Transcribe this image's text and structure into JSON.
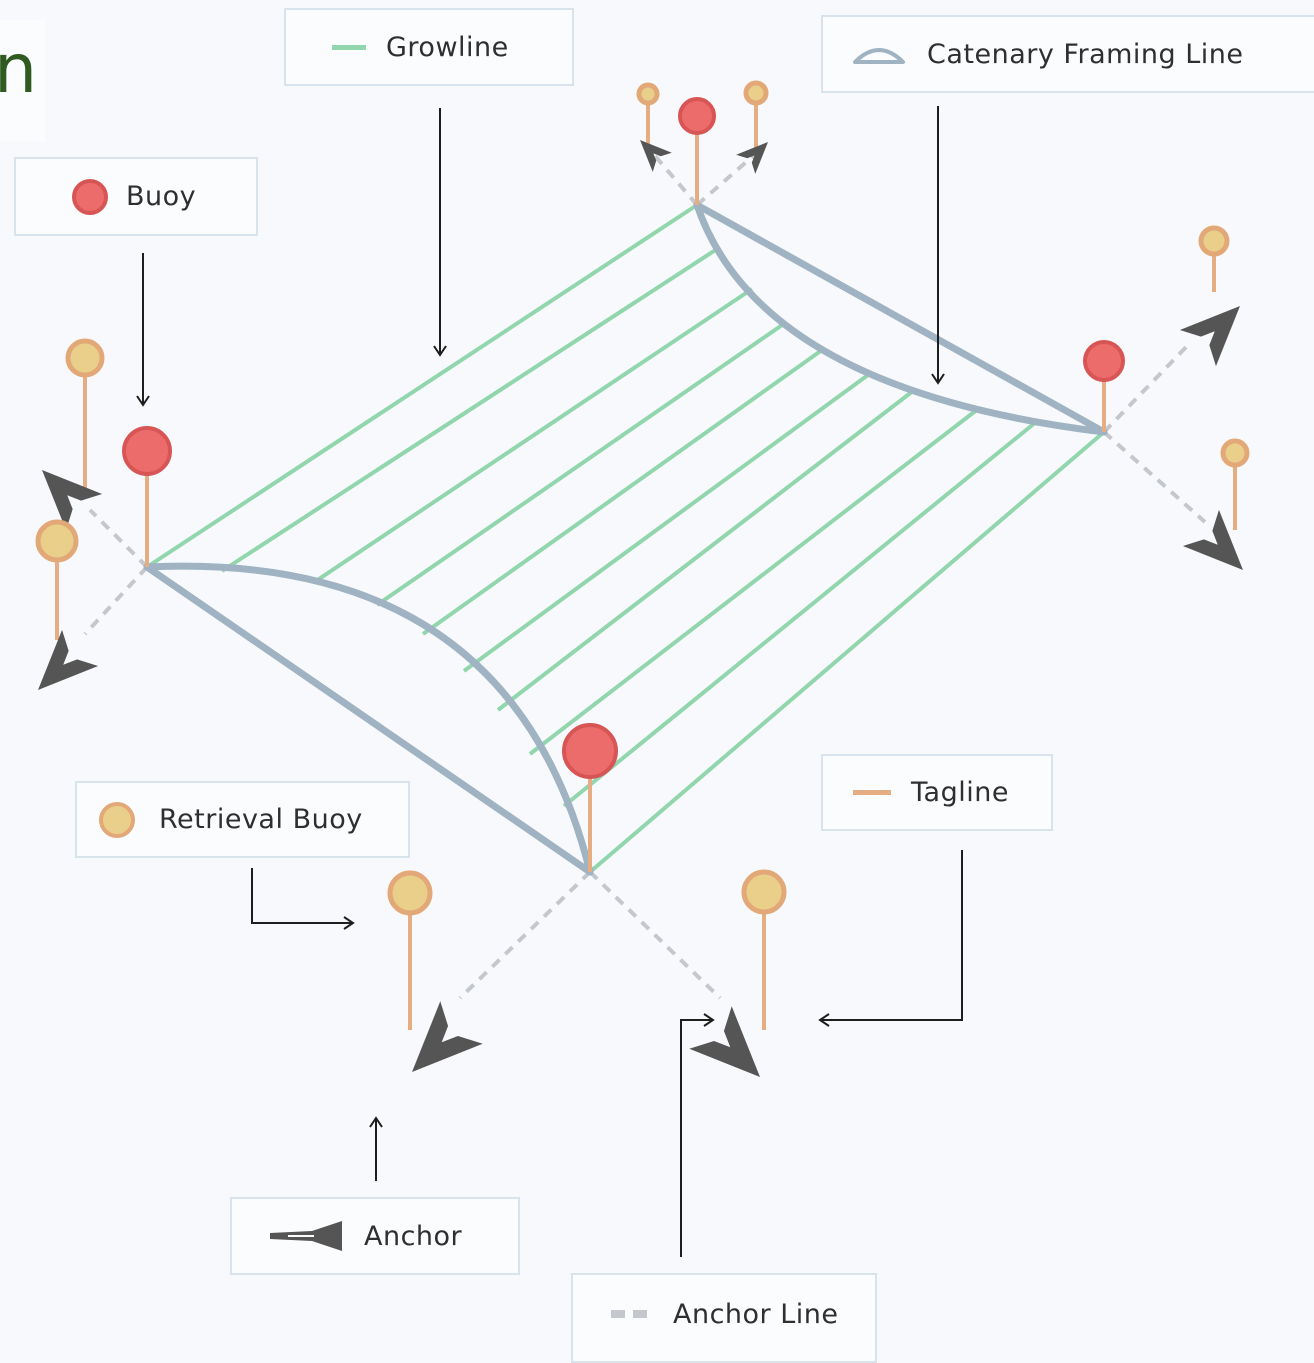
{
  "title_fragment": "n",
  "colors": {
    "growline": "#91d6ac",
    "frame": "#9fb3c2",
    "buoy": "#ec6b6b",
    "buoy_stroke": "#d85555",
    "retrieval_buoy": "#e9cf8a",
    "retrieval_stroke": "#e3a878",
    "tagline": "#e6ac82",
    "anchor": "#555555",
    "anchor_line": "#c4c8cc",
    "arrow": "#1e1e1e"
  },
  "legend": {
    "growline": {
      "label": "Growline",
      "icon": "growline-swatch"
    },
    "catenary": {
      "label": "Catenary Framing Line",
      "icon": "catenary-swatch"
    },
    "buoy": {
      "label": "Buoy",
      "icon": "buoy-swatch"
    },
    "retrieval_buoy": {
      "label": "Retrieval Buoy",
      "icon": "retrieval-buoy-swatch"
    },
    "tagline": {
      "label": "Tagline",
      "icon": "tagline-swatch"
    },
    "anchor": {
      "label": "Anchor",
      "icon": "anchor-swatch"
    },
    "anchor_line": {
      "label": "Anchor Line",
      "icon": "anchor-line-swatch"
    }
  }
}
